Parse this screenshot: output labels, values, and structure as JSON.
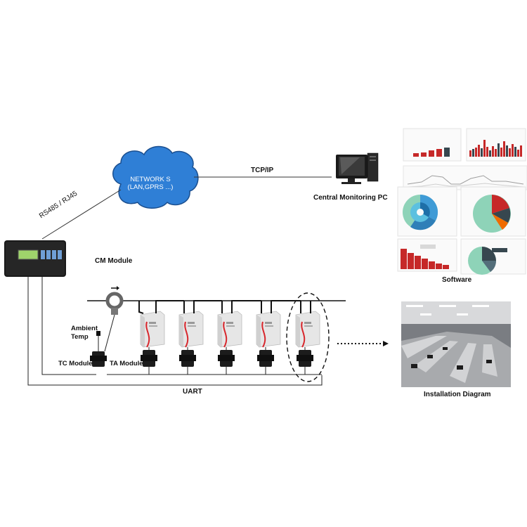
{
  "network": {
    "text": "NETWORK S (LAN,GPRS ...)",
    "color": "#2f7fd6"
  },
  "links": {
    "rs485": "RS485 / RJ45",
    "tcpip": "TCP/IP",
    "uart": "UART"
  },
  "devices": {
    "pc": "Central Monitoring PC",
    "cm_module": "CM Module",
    "ambient_temp_line1": "Ambient",
    "ambient_temp_line2": "Temp",
    "tc_module": "TC Module",
    "ta_module": "TA Module"
  },
  "panels": {
    "software": "Software",
    "installation": "Installation Diagram"
  },
  "colors": {
    "wire": "#111111",
    "battery_stripe": "#d8262c",
    "bar_red": "#c62828",
    "bar_dark": "#37474f"
  }
}
